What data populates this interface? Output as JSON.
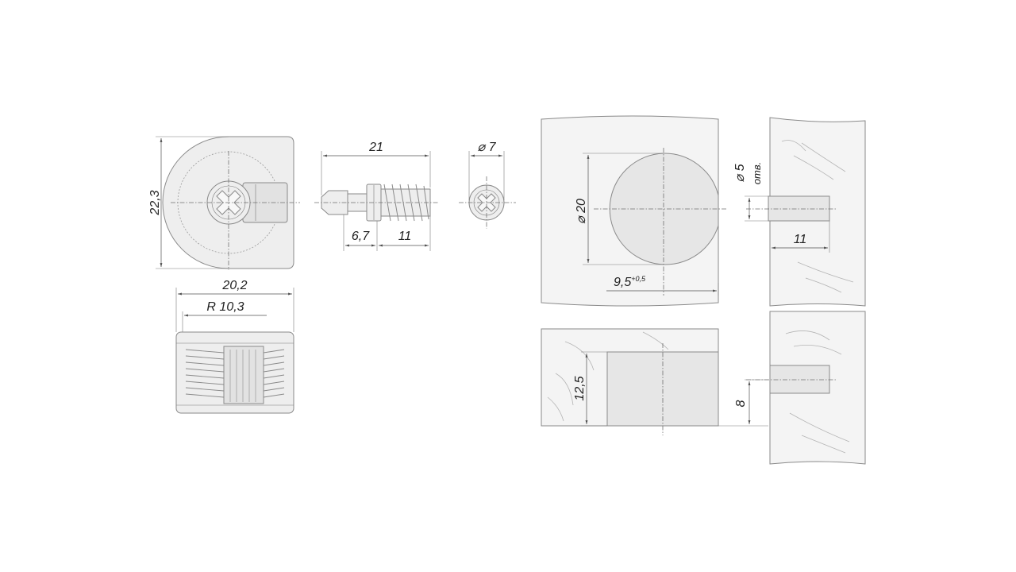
{
  "labels": {
    "cam_height": "22,3",
    "cam_width": "20,2",
    "cam_radius": "R 10,3",
    "bolt_length": "21",
    "bolt_head": "6,7",
    "bolt_thread": "11",
    "bolt_diameter": "⌀ 7",
    "board_hole_diameter": "⌀ 20",
    "board_hole_offset": "9,5",
    "board_hole_tolerance": "+0,5",
    "side_hole_diameter": "⌀ 5",
    "side_hole_note": "отв.",
    "side_hole_depth": "11",
    "cam_depth": "12,5",
    "side_hole_height": "8"
  },
  "colors": {
    "part_fill": "#eeeeee",
    "outline": "#8a8a8a",
    "dimension": "#505050",
    "text": "#222222"
  }
}
